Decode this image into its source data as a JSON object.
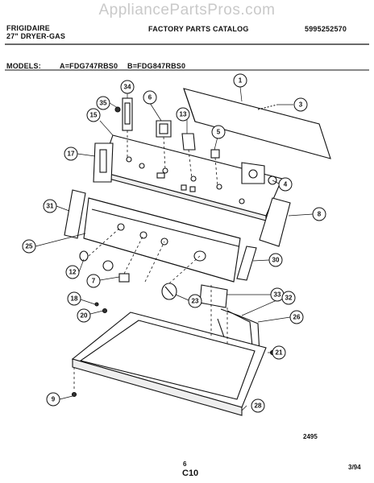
{
  "header": {
    "brand": "FRIGIDAIRE",
    "product": "27\" DRYER-GAS",
    "catalog": "FACTORY PARTS CATALOG",
    "doc_number": "5995252570",
    "models_label": "MODELS:",
    "model_a": "A=FDG747RBS0",
    "model_b": "B=FDG847RBS0"
  },
  "watermark": "AppliancePartsPros.com",
  "callouts": [
    "1",
    "3",
    "34",
    "6",
    "35",
    "13",
    "15",
    "5",
    "17",
    "4",
    "31",
    "8",
    "25",
    "12",
    "30",
    "7",
    "33",
    "18",
    "23",
    "32",
    "20",
    "26",
    "21",
    "9",
    "28"
  ],
  "footer": {
    "drawing_no": "2495",
    "page_no": "6",
    "section": "C10",
    "date": "3/94"
  }
}
